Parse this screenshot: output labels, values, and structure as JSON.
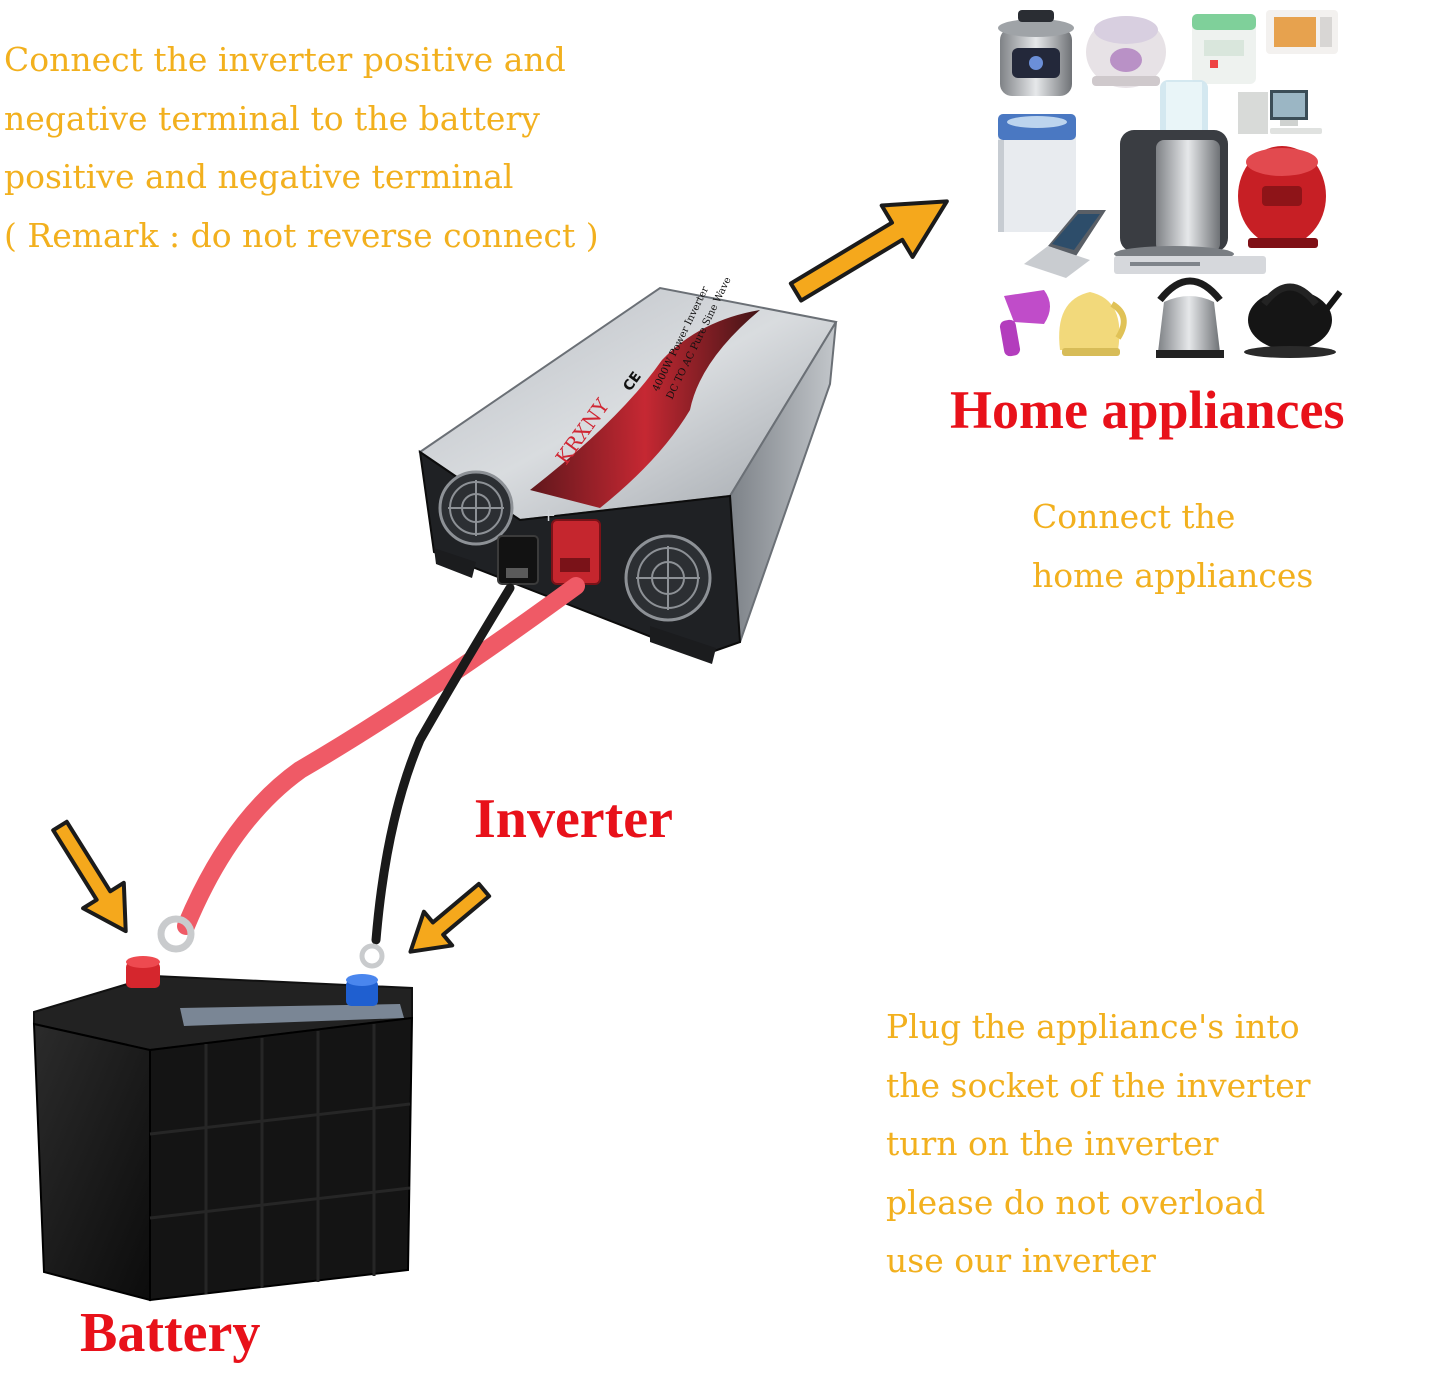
{
  "instructions": {
    "battery_connection": [
      "Connect the inverter positive and",
      "negative terminal to the battery",
      "positive and negative terminal",
      "( Remark : do not reverse connect )"
    ],
    "appliance_connection": [
      "Connect the",
      "home appliances"
    ],
    "usage": [
      "Plug the appliance's into",
      "the socket of the inverter",
      "turn on the inverter",
      "please do not overload",
      "use our inverter"
    ]
  },
  "labels": {
    "home_appliances": "Home appliances",
    "inverter": "Inverter",
    "battery": "Battery"
  },
  "inverter_product": {
    "brand": "KRXNY",
    "marks": "CE",
    "model_line1": "4000W Power Inverter",
    "model_line2": "DC TO AC Pure Sine Wave"
  },
  "colors": {
    "instruction_text": "#f2b01e",
    "label_text": "#e8111a",
    "arrow_fill": "#f5a81c",
    "positive_cable": "#ef5a66",
    "negative_cable": "#1a1a1a"
  },
  "icons": [
    "arrow-icon",
    "fan-icon",
    "terminal-icon",
    "appliance-icon"
  ]
}
